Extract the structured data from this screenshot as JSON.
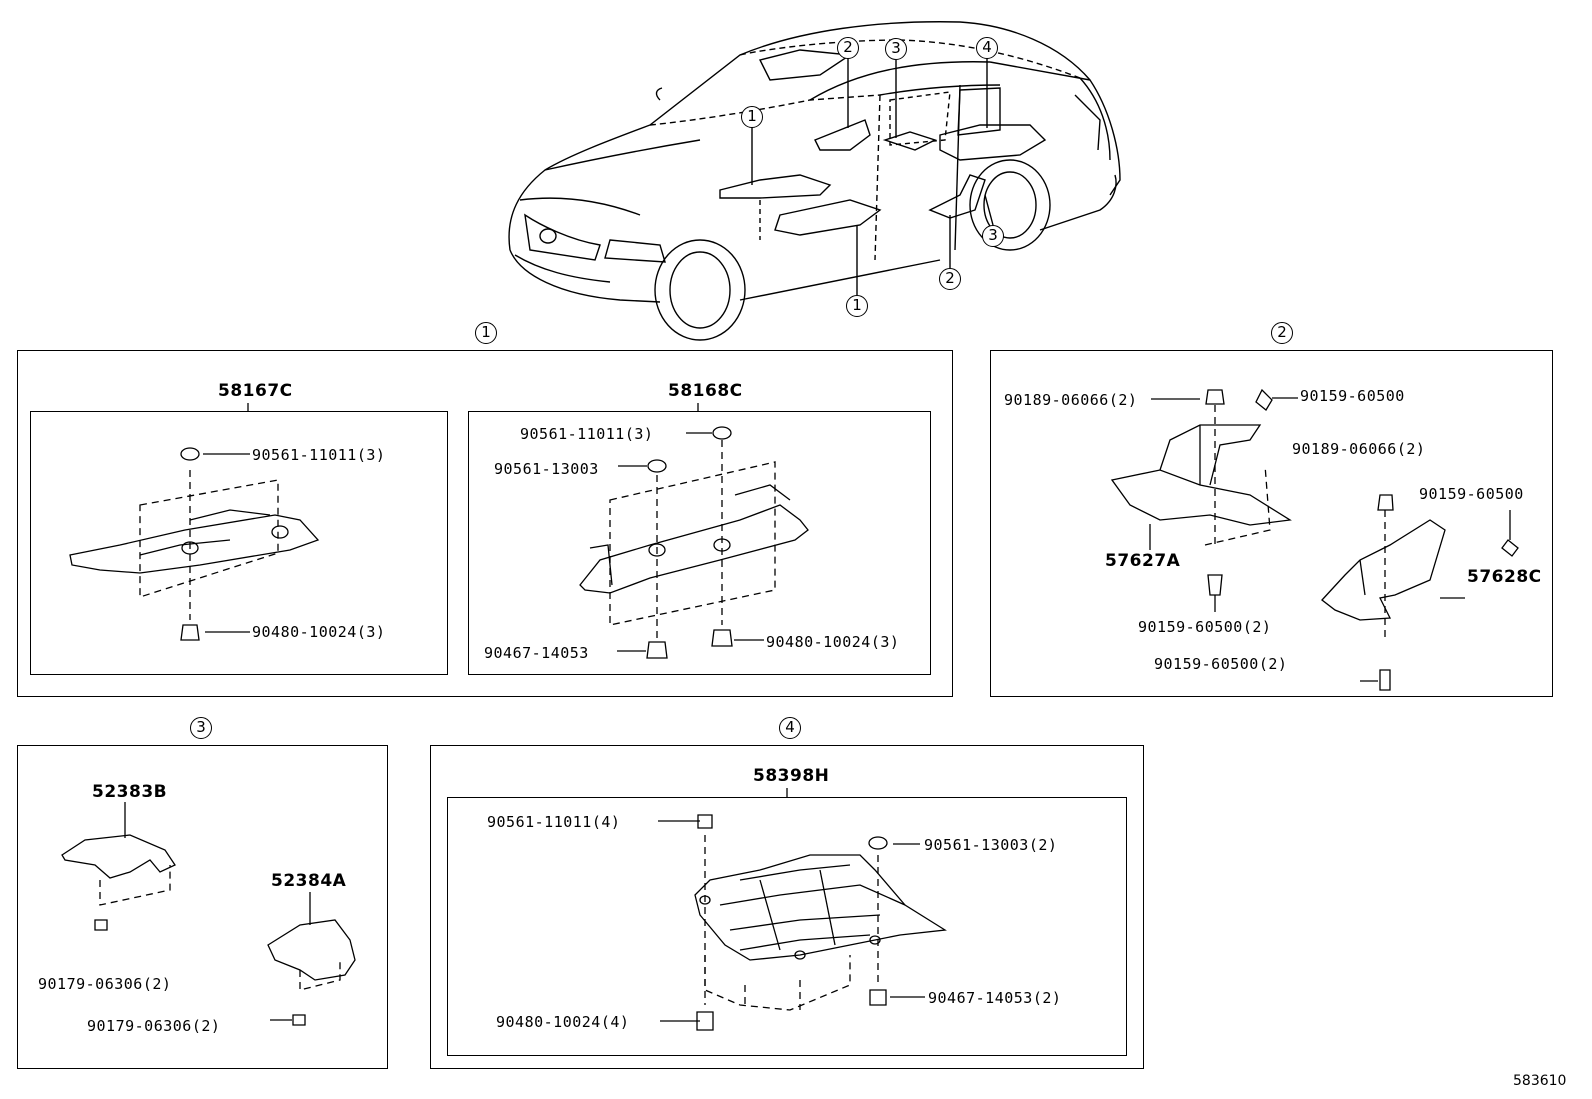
{
  "car_callouts": {
    "c1a": "1",
    "c2a": "2",
    "c3a": "3",
    "c4a": "4",
    "c1b": "1",
    "c2b": "2",
    "c3b": "3"
  },
  "section_markers": {
    "s1": "1",
    "s2": "2",
    "s3": "3",
    "s4": "4"
  },
  "section1": {
    "left_part": "58167C",
    "left_fasteners": {
      "top": "90561-11011(3)",
      "bottom": "90480-10024(3)"
    },
    "right_part": "58168C",
    "right_fasteners": {
      "clip_a": "90561-11011(3)",
      "clip_b": "90561-13003",
      "nut_a": "90467-14053",
      "nut_b": "90480-10024(3)"
    }
  },
  "section2": {
    "top_left": "90189-06066(2)",
    "top_right": "90159-60500",
    "mid_right": "90189-06066(2)",
    "far_right": "90159-60500",
    "part_a": "57627A",
    "part_c": "57628C",
    "bottom_a": "90159-60500(2)",
    "bottom_b": "90159-60500(2)"
  },
  "section3": {
    "part_b": "52383B",
    "part_a": "52384A",
    "bolt_a": "90179-06306(2)",
    "bolt_b": "90179-06306(2)"
  },
  "section4": {
    "part": "58398H",
    "clip_a": "90561-11011(4)",
    "clip_b": "90561-13003(2)",
    "nut_a": "90467-14053(2)",
    "nut_b": "90480-10024(4)"
  },
  "reference_number": "583610"
}
